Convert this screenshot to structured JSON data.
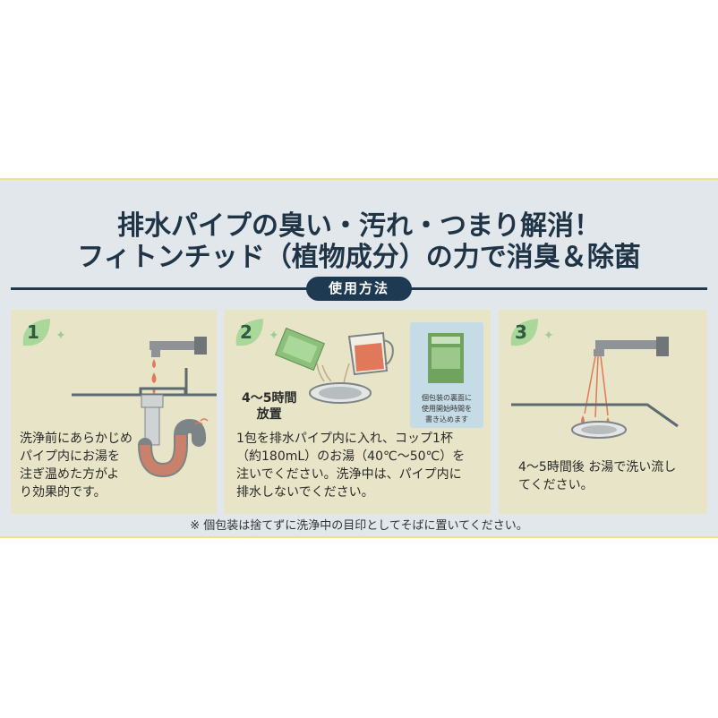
{
  "header": {
    "title_line1": "排水パイプの臭い・汚れ・つまり解消！",
    "title_line2": "フィトンチッド（植物成分）の力で消臭＆除菌",
    "section_label": "使用方法"
  },
  "steps": [
    {
      "number": "1",
      "text_lines": [
        "洗浄前にあらかじめ",
        "パイプ内にお湯を",
        "注ぎ温めた方がよ",
        "り効果的です。"
      ]
    },
    {
      "number": "2",
      "wait_label_lines": [
        "4〜5時間",
        "放置"
      ],
      "note_lines": [
        "個包装の裏面に",
        "使用開始時間を",
        "書き込めます"
      ],
      "text_lines": [
        "1包を排水パイプ内に入れ、コップ1杯",
        "（約180mL）のお湯（40℃〜50℃）を",
        "注いでください。洗浄中は、パイプ内に",
        "排水しないでください。"
      ]
    },
    {
      "number": "3",
      "text_lines": [
        "4〜5時間後 お湯で洗い流し",
        "てください。"
      ]
    }
  ],
  "footnote": "※ 個包装は捨てずに洗浄中の目印としてそばに置いてください。",
  "colors": {
    "banner_bg": "#e2e7eb",
    "panel_bg": "#e7e4c7",
    "navy": "#1e3a52",
    "leaf_green": "#a9d89a",
    "water_orange": "#e0795a"
  },
  "icons": [
    "leaf-badge-icon",
    "sparkle-icon",
    "faucet-icon",
    "drain-pipe-icon",
    "water-drop-icon",
    "sachet-icon",
    "measuring-cup-icon",
    "drain-icon"
  ]
}
